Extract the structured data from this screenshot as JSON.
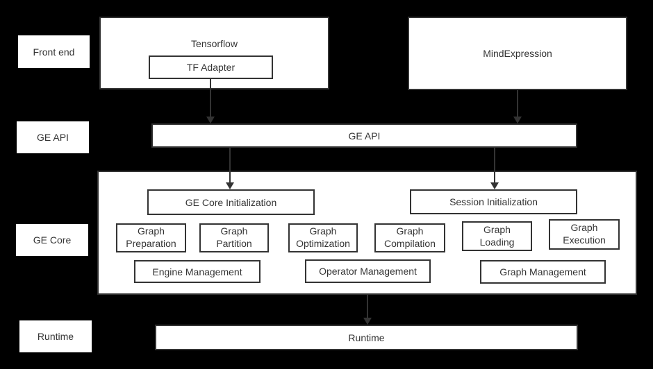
{
  "diagram": {
    "row_labels": [
      {
        "label": "Front end"
      },
      {
        "label": "GE API"
      },
      {
        "label": "GE Core"
      },
      {
        "label": "Runtime"
      }
    ],
    "front_end": {
      "tensorflow_label": "Tensorflow",
      "tf_adapter_label": "TF Adapter",
      "mind_expression_label": "MindExpression"
    },
    "ge_api": {
      "label": "GE API"
    },
    "ge_core": {
      "initialization": [
        {
          "label": "GE Core Initialization"
        },
        {
          "label": "Session Initialization"
        }
      ],
      "stages": [
        {
          "label": "Graph\nPreparation"
        },
        {
          "label": "Graph\nPartition"
        },
        {
          "label": "Graph\nOptimization"
        },
        {
          "label": "Graph\nCompilation"
        },
        {
          "label": "Graph\nLoading"
        },
        {
          "label": "Graph\nExecution"
        }
      ],
      "management": [
        {
          "label": "Engine Management"
        },
        {
          "label": "Operator Management"
        },
        {
          "label": "Graph Management"
        }
      ]
    },
    "runtime": {
      "label": "Runtime"
    },
    "colors": {
      "background": "#000000",
      "box_fill": "#ffffff",
      "box_border": "#333333",
      "text": "#333333",
      "arrow": "#333333"
    }
  }
}
